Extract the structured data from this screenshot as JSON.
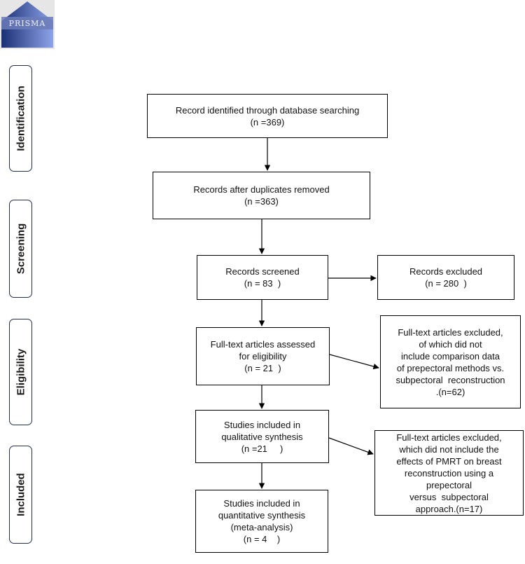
{
  "logo": {
    "text": "PRISMA",
    "colors": {
      "dark": "#1b2f74",
      "light": "#8ea4ea",
      "band": "#6b7db8"
    }
  },
  "phases": [
    {
      "label": "Identification"
    },
    {
      "label": "Screening"
    },
    {
      "label": "Eligibility"
    },
    {
      "label": "Included"
    }
  ],
  "boxes": {
    "identified": {
      "lines": [
        "Record identified through database searching",
        "(n =369)"
      ]
    },
    "duplicates_removed": {
      "lines": [
        "Records after duplicates removed",
        "(n =363)"
      ]
    },
    "screened": {
      "lines": [
        "Records screened",
        "(n = 83  )"
      ]
    },
    "excluded": {
      "lines": [
        "Records excluded",
        "(n = 280  )"
      ]
    },
    "fulltext_assessed": {
      "lines": [
        "Full-text articles assessed",
        "for eligibility",
        "(n = 21  )"
      ]
    },
    "fulltext_excluded_1": {
      "lines": [
        "Full-text articles excluded,",
        "of which did not",
        "include comparison data",
        "of prepectoral methods vs.",
        "subpectoral  reconstruction",
        ".(n=62)"
      ]
    },
    "qualitative": {
      "lines": [
        "Studies included in",
        "qualitative synthesis",
        "(n =21     )"
      ]
    },
    "fulltext_excluded_2": {
      "lines": [
        "Full-text articles excluded,",
        "which did not include the",
        "effects of PMRT on breast",
        "reconstruction using a",
        "prepectoral",
        "versus  subpectoral",
        "approach.(n=17)"
      ]
    },
    "quantitative": {
      "lines": [
        "Studies included in",
        "quantitative synthesis",
        "(meta-analysis)",
        "(n = 4    )"
      ]
    }
  }
}
